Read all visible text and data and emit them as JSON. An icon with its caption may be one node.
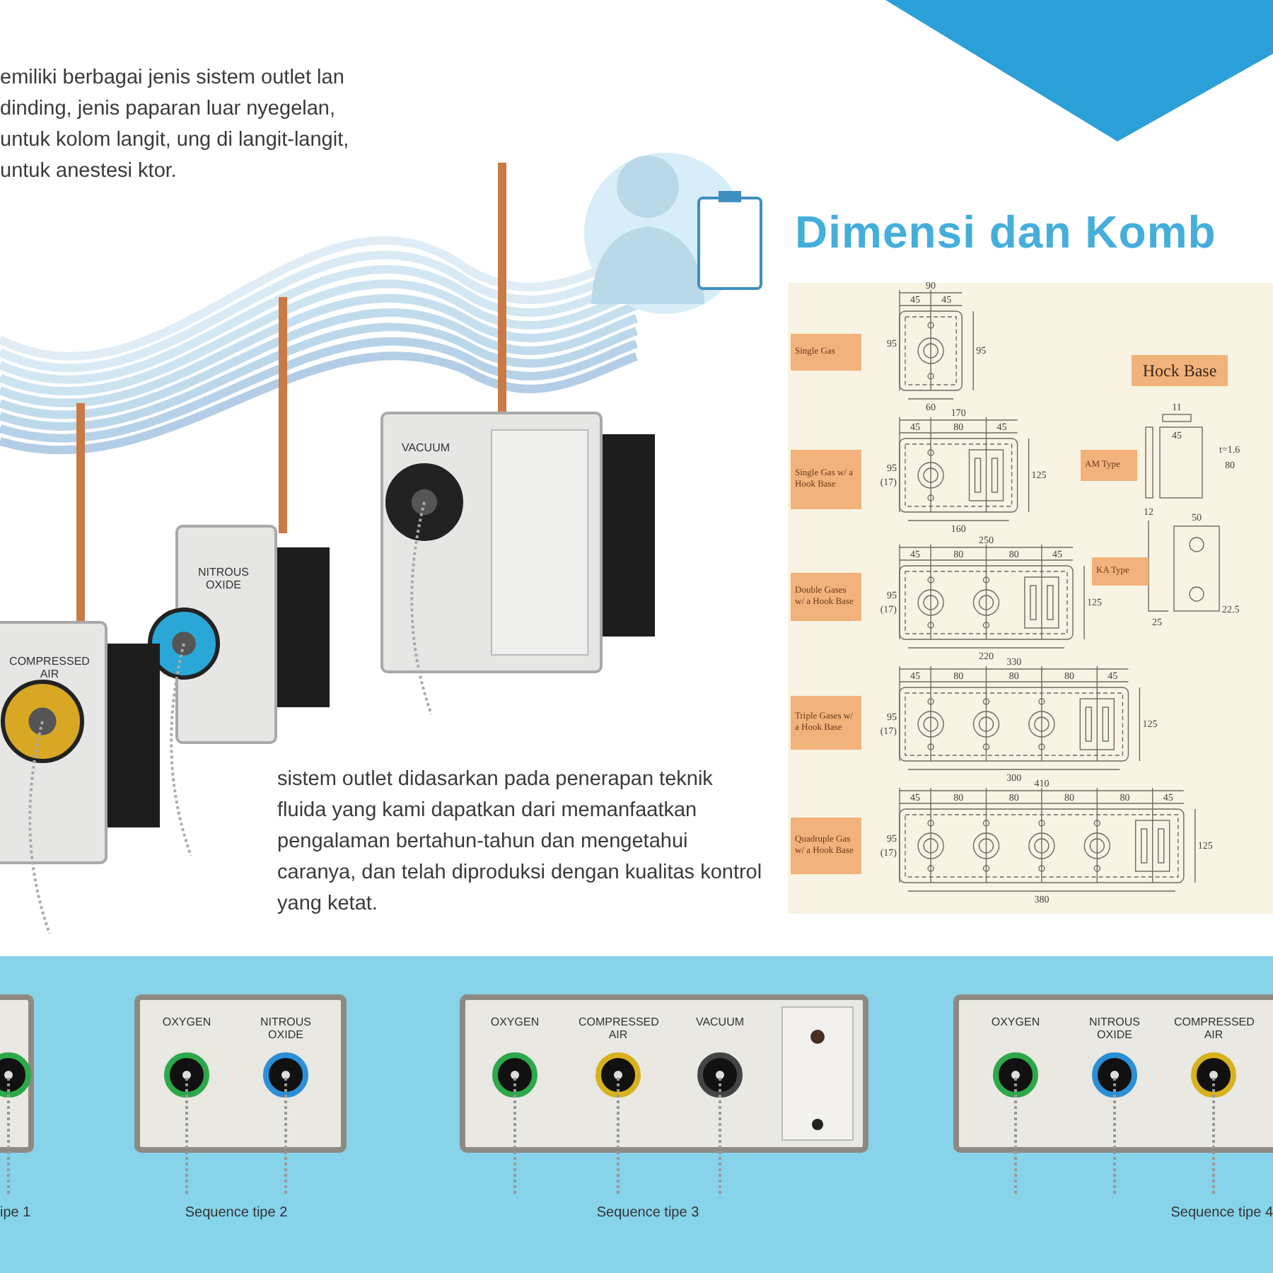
{
  "diagram": {
    "title": "Dimensi dan Komb",
    "nodes": [
      {
        "text": [
          "Single Gas"
        ]
      },
      {
        "text": [
          "Hock Base"
        ]
      },
      {
        "text": [
          "Single Gas w/ a Hook Base"
        ]
      },
      {
        "text": [
          "AM Type"
        ]
      },
      {
        "text": [
          "Double Gases w/ a Hook Base"
        ]
      },
      {
        "text": [
          "KA Type"
        ]
      },
      {
        "text": [
          "Triple Gases w/ a Hook Base"
        ]
      },
      {
        "text": [
          "Quadruple Gas w/ a Hook Base"
        ]
      }
    ],
    "labels": [
      "emiliki berbagai jenis sistem outlet lan dinding, jenis paparan luar nyegelan, untuk kolom langit, ung di langit-langit, untuk anestesi ktor.",
      "sistem outlet didasarkan pada penerapan teknik fluida yang kami dapatkan dari memanfaatkan pengalaman bertahun-tahun dan mengetahui caranya, dan telah diproduksi dengan kualitas kontrol yang ketat.",
      "COMPRESSED AIR",
      "NITROUS OXIDE",
      "VACUUM",
      "90",
      "45",
      "45",
      "95",
      "95",
      "60",
      "170",
      "45",
      "80",
      "45",
      "95",
      "(17)",
      "125",
      "160",
      "250",
      "45",
      "80",
      "80",
      "45",
      "95",
      "(17)",
      "125",
      "220",
      "330",
      "45",
      "80",
      "80",
      "80",
      "45",
      "95",
      "(17)",
      "125",
      "300",
      "410",
      "45",
      "80",
      "80",
      "80",
      "80",
      "45",
      "95",
      "(17)",
      "125",
      "380",
      "11",
      "45",
      "t=1.6",
      "80",
      "50",
      "12",
      "22.5",
      "25",
      "OXYGEN",
      "NITROUS OXIDE",
      "OXYGEN",
      "COMPRESSED AIR",
      "VACUUM",
      "OXYGEN",
      "NITROUS OXIDE",
      "COMPRESSED AIR",
      "ipe 1",
      "Sequence tipe 2",
      "Sequence tipe 3",
      "Sequence tipe 4"
    ]
  }
}
